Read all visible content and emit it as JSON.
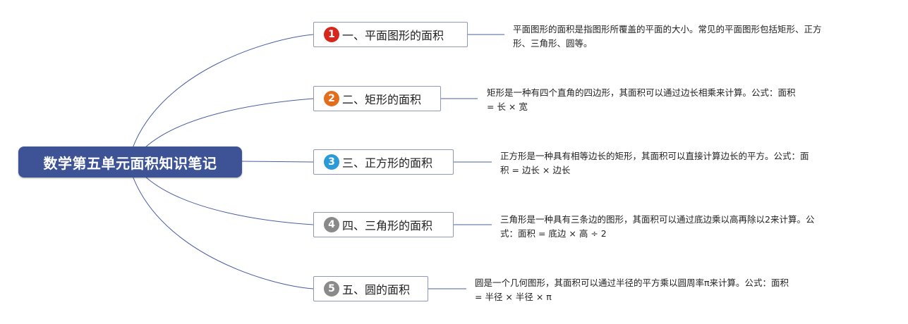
{
  "title": "数学第五单元面积知识笔记",
  "branches": [
    {
      "badge": "1",
      "badge_color": "#d9261c",
      "label": "一、平面图形的面积",
      "desc_lines": [
        "平面图形的面积是指图形所覆盖的平面的大小。常见的平面图形包括矩形、正方",
        "形、三角形、圆等。"
      ]
    },
    {
      "badge": "2",
      "badge_color": "#e26d1b",
      "label": "二、矩形的面积",
      "desc_lines": [
        "矩形是一种有四个直角的四边形，其面积可以通过边长相乘来计算。公式：面积",
        "= 长 × 宽"
      ]
    },
    {
      "badge": "3",
      "badge_color": "#2b9ad8",
      "label": "三、正方形的面积",
      "desc_lines": [
        "正方形是一种具有相等边长的矩形，其面积可以直接计算边长的平方。公式：面",
        "积 = 边长 × 边长"
      ]
    },
    {
      "badge": "4",
      "badge_color": "#8a8a8a",
      "label": "四、三角形的面积",
      "desc_lines": [
        "三角形是一种具有三条边的图形，其面积可以通过底边乘以高再除以2来计算。公",
        "式：面积 = 底边 × 高 ÷ 2"
      ]
    },
    {
      "badge": "5",
      "badge_color": "#8a8a8a",
      "label": "五、圆的面积",
      "desc_lines": [
        "圆是一个几何图形，其面积可以通过半径的平方乘以圆周率π来计算。公式：面积",
        "= 半径 × 半径 × π"
      ]
    }
  ]
}
